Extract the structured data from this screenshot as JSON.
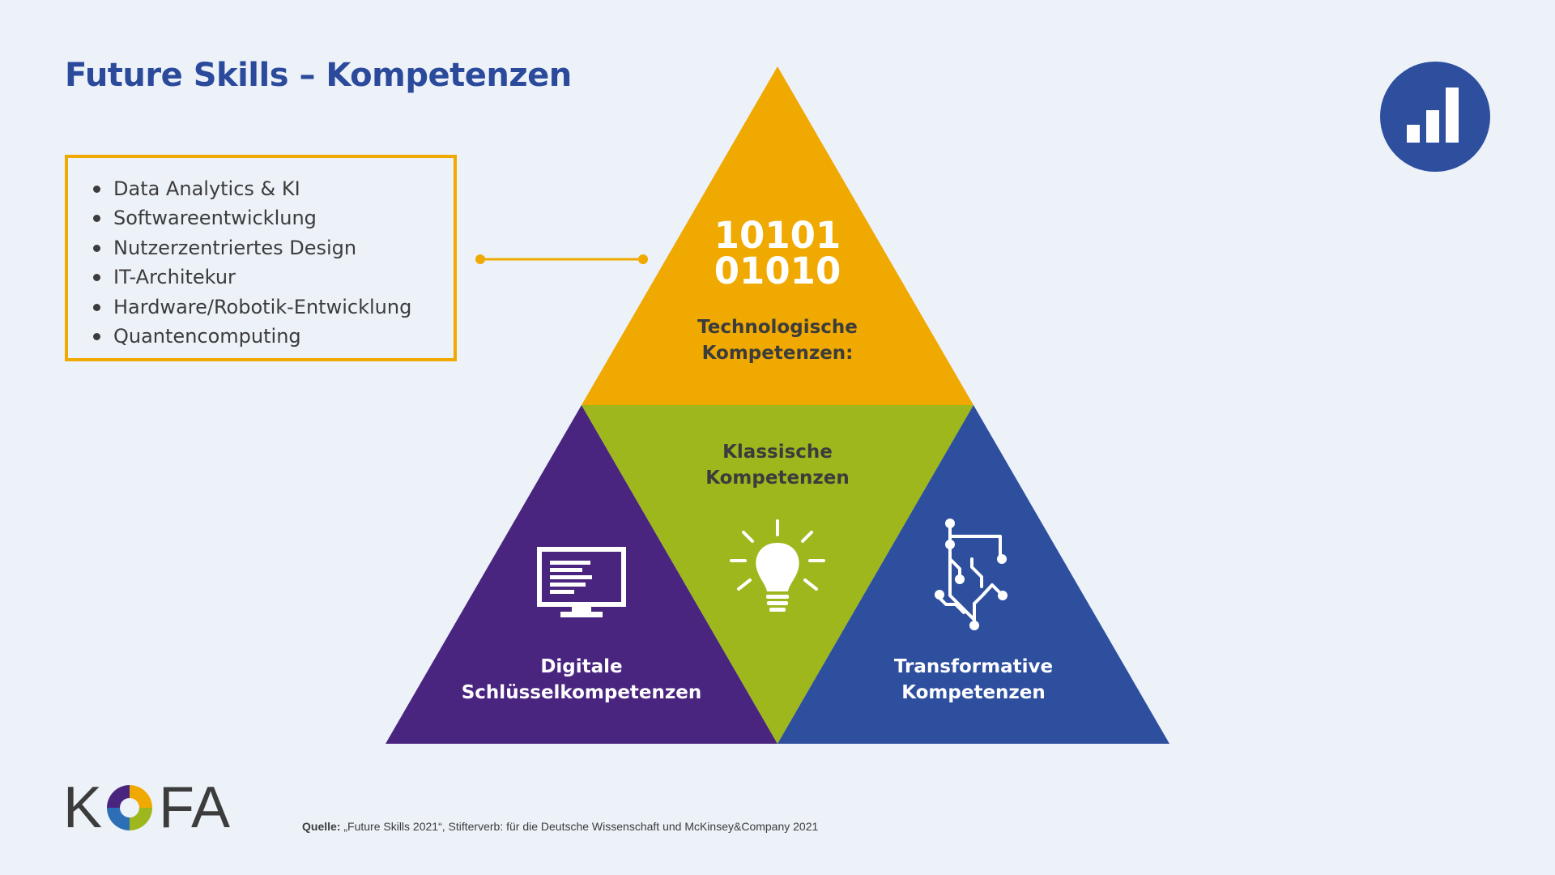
{
  "title": "Future Skills – Kompetenzen",
  "skills_list": [
    "Data Analytics & KI",
    "Softwareentwicklung",
    "Nutzerzentriertes Design",
    "IT-Architekur",
    "Hardware/Robotik-Entwicklung",
    "Quantencomputing"
  ],
  "pyramid": {
    "top": {
      "binary_line1": "10101",
      "binary_line2": "01010",
      "label_line1": "Technologische",
      "label_line2": "Kompetenzen:",
      "color": "#f0a900"
    },
    "center": {
      "label_line1": "Klassische",
      "label_line2": "Kompetenzen",
      "icon": "lightbulb-icon",
      "color": "#9eb71d"
    },
    "left": {
      "label_line1": "Digitale",
      "label_line2": "Schlüsselkompetenzen",
      "icon": "monitor-icon",
      "color": "#49257f"
    },
    "right": {
      "label_line1": "Transformative",
      "label_line2": "Kompetenzen",
      "icon": "circuit-icon",
      "color": "#2d4f9e"
    }
  },
  "source": {
    "prefix": "Quelle:",
    "text": " „Future Skills 2021“, Stifterverb: für die Deutsche Wissenschaft und McKinsey&Company 2021"
  },
  "logo": {
    "letter_k": "K",
    "letters_fa": "FA"
  },
  "corner_icon": "bar-chart-icon",
  "colors": {
    "title": "#2b4a9b",
    "box_border": "#f0a900",
    "connector": "#f0a900",
    "dark_text": "#3c3c3c",
    "background": "#edf2f9",
    "badge": "#2d4f9e"
  }
}
